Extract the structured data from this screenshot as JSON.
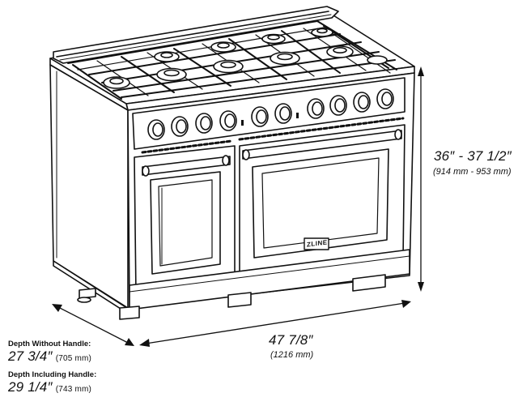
{
  "product": {
    "brand_badge": "ZLINE"
  },
  "dimensions": {
    "height": {
      "imperial": "36″ - 37 1/2″",
      "metric": "(914 mm - 953 mm)"
    },
    "width": {
      "imperial": "47 7/8″",
      "metric": "(1216 mm)"
    },
    "depth_without_handle": {
      "caption": "Depth Without Handle:",
      "imperial": "27 3/4″",
      "metric": "(705 mm)"
    },
    "depth_including_handle": {
      "caption": "Depth Including Handle:",
      "imperial": "29 1/4″",
      "metric": "(743 mm)"
    }
  },
  "colors": {
    "line": "#111111",
    "fill": "#ffffff",
    "shade": "#1a1a1a"
  }
}
